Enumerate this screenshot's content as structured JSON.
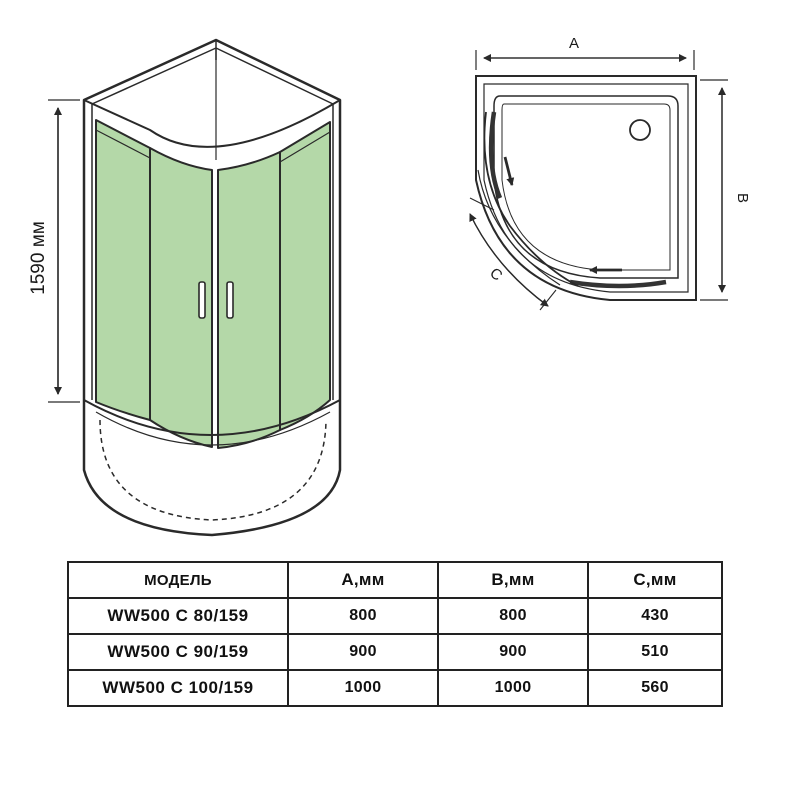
{
  "diagram": {
    "height_label": "1590 мм",
    "dim_a": "A",
    "dim_b": "B",
    "dim_c": "C",
    "colors": {
      "glass": "#b4d8a8",
      "line": "#2a2a2a",
      "frame": "#ffffff"
    }
  },
  "table": {
    "headers": [
      "МОДЕЛЬ",
      "A,мм",
      "B,мм",
      "C,мм"
    ],
    "rows": [
      [
        "WW500 C 80/159",
        "800",
        "800",
        "430"
      ],
      [
        "WW500 C 90/159",
        "900",
        "900",
        "510"
      ],
      [
        "WW500 C 100/159",
        "1000",
        "1000",
        "560"
      ]
    ]
  }
}
